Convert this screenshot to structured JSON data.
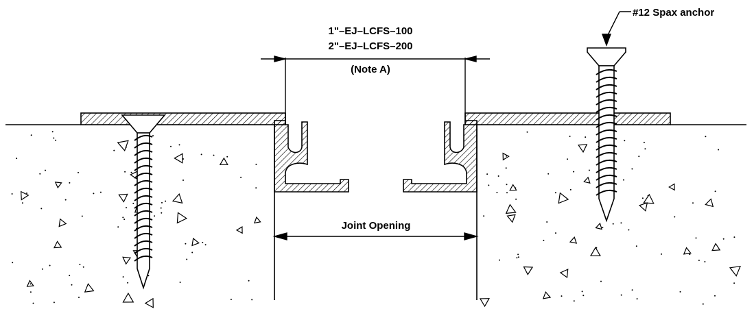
{
  "labels": {
    "model_1": "1\"–EJ–LCFS–100",
    "model_2": "2\"–EJ–LCFS–200",
    "note": "(Note A)",
    "anchor": "#12 Spax anchor",
    "joint": "Joint Opening"
  },
  "colors": {
    "line": "#000000",
    "background": "#ffffff"
  }
}
